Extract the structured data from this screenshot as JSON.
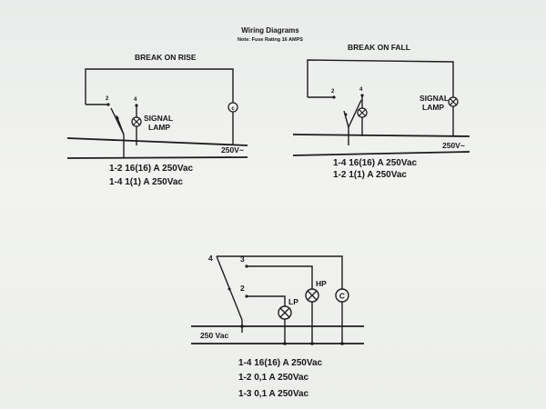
{
  "header": {
    "title": "Wiring Diagrams",
    "subtitle": "Note: Fuse Rating 16 AMPS"
  },
  "diagram_rise": {
    "title": "BREAK ON RISE",
    "terminal_2": "2",
    "terminal_4": "4",
    "lamp_label_1": "SIGNAL",
    "lamp_label_2": "LAMP",
    "motor_symbol": "c",
    "voltage": "250V~",
    "ratings": [
      "1-2 16(16) A 250Vac",
      "1-4 1(1) A      250Vac"
    ]
  },
  "diagram_fall": {
    "title": "BREAK ON FALL",
    "terminal_2": "2",
    "terminal_4": "4",
    "lamp_label_1": "SIGNAL",
    "lamp_label_2": "LAMP",
    "voltage": "250V~",
    "ratings": [
      "1-4 16(16) A  250Vac",
      "1-2 1(1) A   250Vac"
    ]
  },
  "diagram_bottom": {
    "terminal_4": "4",
    "terminal_3": "3",
    "terminal_2": "2",
    "lp_label": "LP",
    "hp_label": "HP",
    "motor_symbol": "C",
    "voltage": "250 Vac",
    "ratings": [
      "1-4 16(16) A       250Vac",
      "1-2 0,1 A    250Vac",
      "1-3 0,1 A    250Vac"
    ]
  }
}
